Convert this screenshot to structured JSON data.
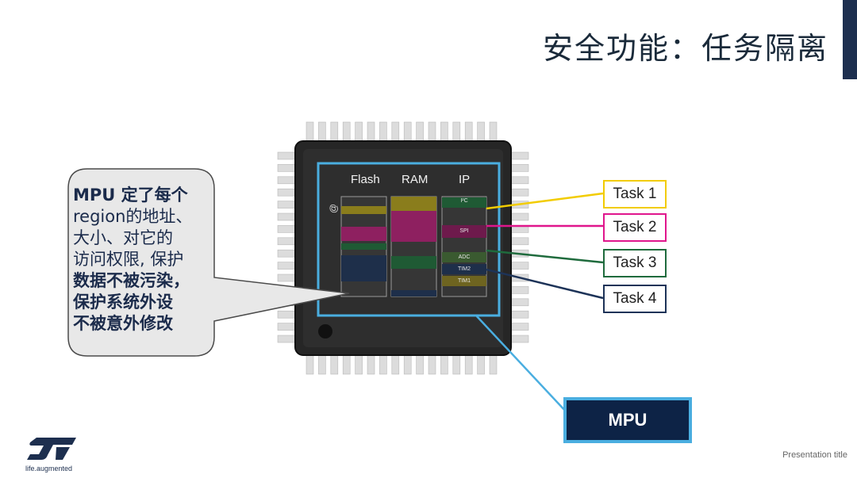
{
  "title": "安全功能：任务隔离",
  "callout": {
    "line1": "MPU 定了每个",
    "line2": "region的地址、",
    "line3": "大小、对它的",
    "line4": "访问权限, 保护",
    "line5": "数据不被污染，",
    "line6": "保护系统外设",
    "line7": "不被意外修改"
  },
  "chip": {
    "columns": [
      "Flash",
      "RAM",
      "IP"
    ],
    "at_sign": "@",
    "ip_regions": [
      "I²C",
      "SPI",
      "ADC",
      "TIM2",
      "TIM1"
    ]
  },
  "tasks": [
    {
      "label": "Task 1",
      "color": "#f2cc00"
    },
    {
      "label": "Task 2",
      "color": "#e0168c"
    },
    {
      "label": "Task 3",
      "color": "#1f6b3d"
    },
    {
      "label": "Task 4",
      "color": "#1d3358"
    }
  ],
  "mpu_label": "MPU",
  "logo_tagline": "life.augmented",
  "footer": "Presentation title"
}
